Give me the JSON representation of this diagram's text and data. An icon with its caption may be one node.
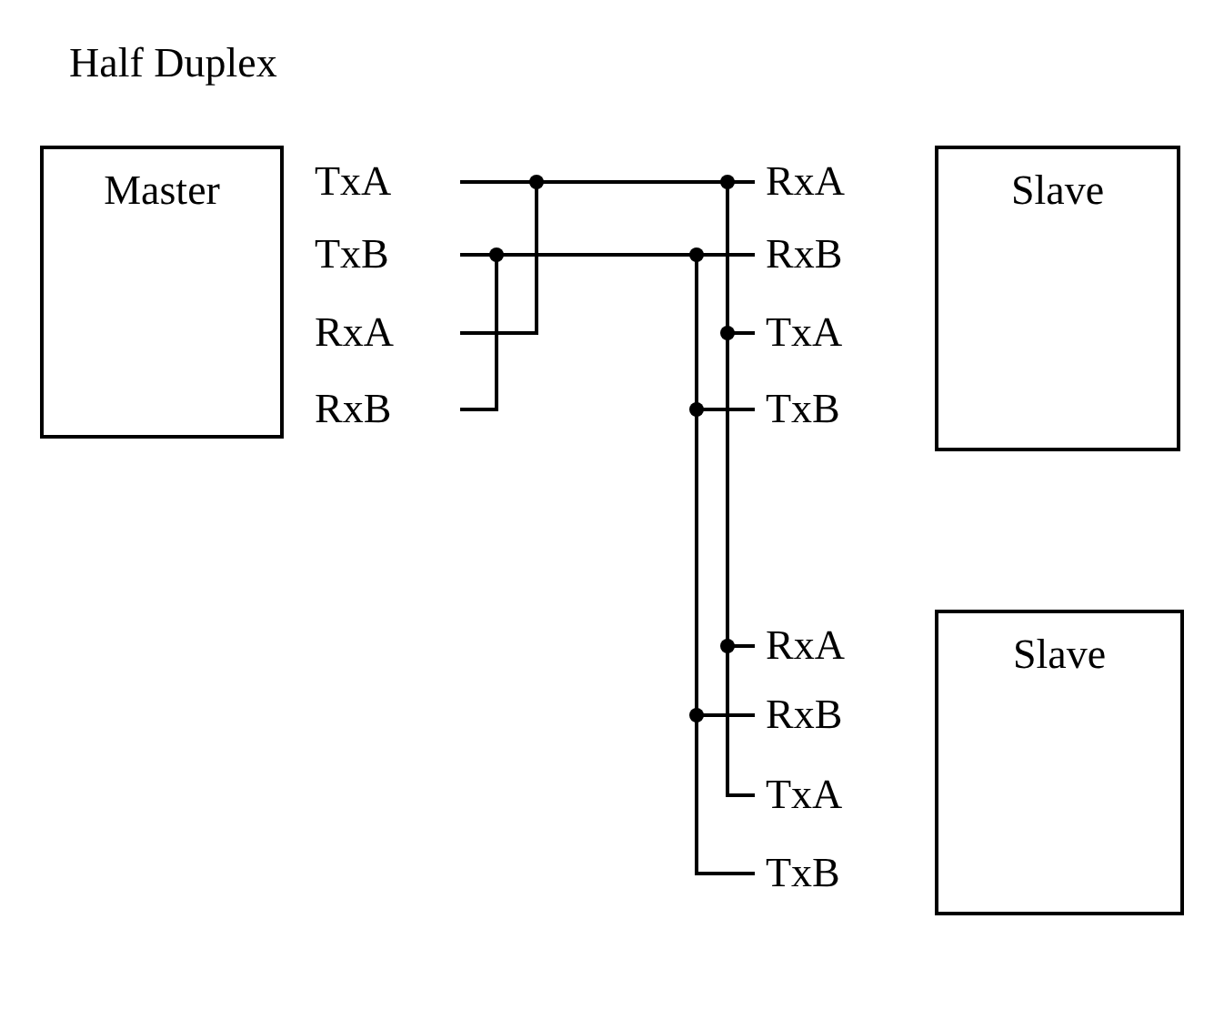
{
  "diagram": {
    "title": "Half Duplex",
    "nodes": [
      {
        "text": [
          "Master"
        ]
      },
      {
        "text": [
          "TxA"
        ]
      },
      {
        "text": [
          "TxB"
        ]
      },
      {
        "text": [
          "RxA"
        ]
      },
      {
        "text": [
          "RxB"
        ]
      },
      {
        "text": [
          "RxA"
        ]
      },
      {
        "text": [
          "RxB"
        ]
      },
      {
        "text": [
          "TxA"
        ]
      },
      {
        "text": [
          "TxB"
        ]
      },
      {
        "text": [
          "Slave"
        ]
      },
      {
        "text": [
          "RxA"
        ]
      },
      {
        "text": [
          "RxB"
        ]
      },
      {
        "text": [
          "TxA"
        ]
      },
      {
        "text": [
          "TxB"
        ]
      },
      {
        "text": [
          "Slave"
        ]
      }
    ],
    "edges": [
      {
        "from": 1,
        "to": 3,
        "arrow": "none"
      },
      {
        "from": 1,
        "to": 5,
        "arrow": "none"
      },
      {
        "from": 1,
        "to": 7,
        "arrow": "none"
      },
      {
        "from": 1,
        "to": 10,
        "arrow": "none"
      },
      {
        "from": 1,
        "to": 12,
        "arrow": "none"
      },
      {
        "from": 2,
        "to": 4,
        "arrow": "none"
      },
      {
        "from": 2,
        "to": 6,
        "arrow": "none"
      },
      {
        "from": 2,
        "to": 8,
        "arrow": "none"
      },
      {
        "from": 2,
        "to": 11,
        "arrow": "none"
      },
      {
        "from": 2,
        "to": 13,
        "arrow": "none"
      }
    ]
  }
}
